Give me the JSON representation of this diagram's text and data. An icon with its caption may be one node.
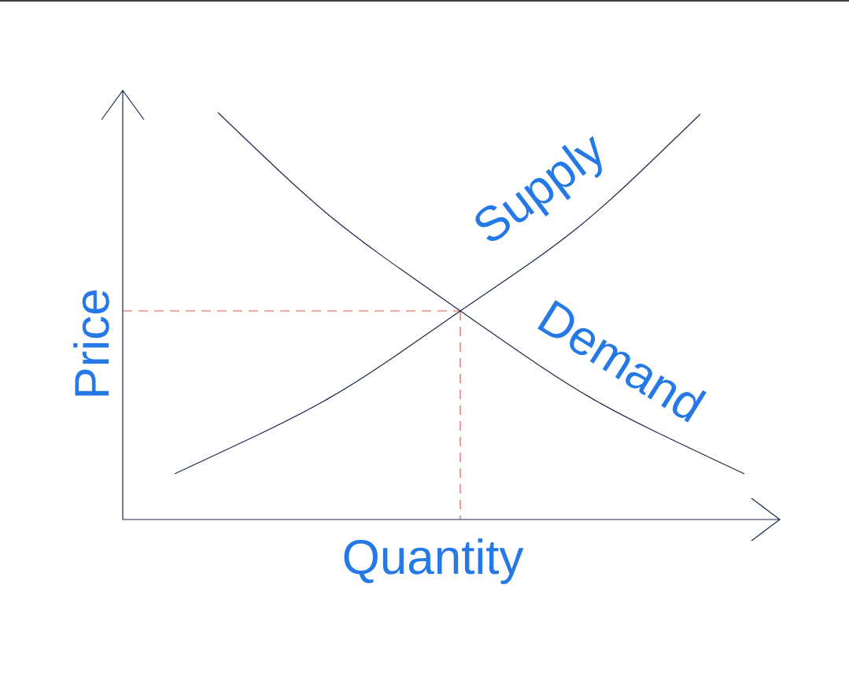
{
  "diagram": {
    "labels": [
      "Supply",
      "Demand",
      "Price",
      "Quantity"
    ]
  }
}
